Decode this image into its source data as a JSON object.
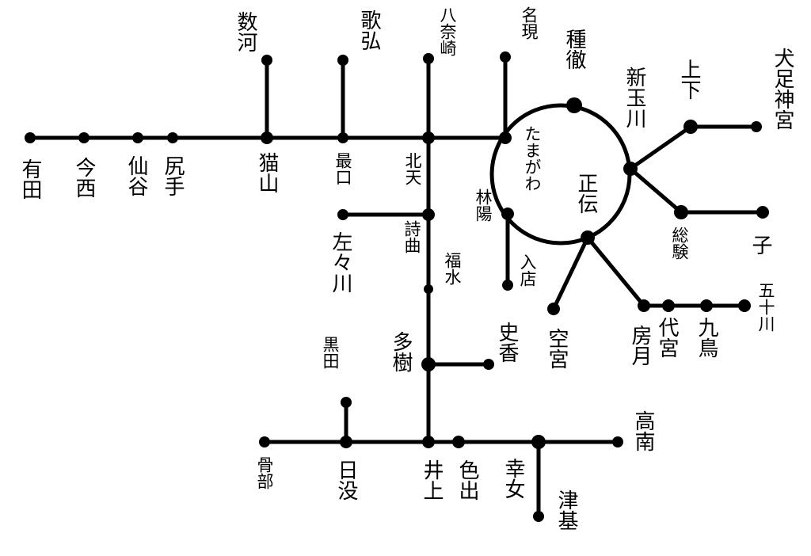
{
  "stations": {
    "arita": "有田",
    "imanishi": "今西",
    "sendani": "仙谷",
    "shirite": "尻手",
    "neko_yama": "猫山",
    "mogi": "最口",
    "kita_ten": "北天",
    "sukawa": "数河",
    "kahiro": "歌弘",
    "yasaki": "八奈崎",
    "nagen": "名現",
    "tanetetsu": "種徹",
    "shintamagawa": "新玉川",
    "kamishimo": "上下",
    "inuashi_jingu": "犬足神宮",
    "tamagawa_ring": "たまがわ",
    "shoden": "正伝",
    "rinyo": "林陽",
    "iriten": "入店",
    "soken": "総験",
    "ko": "子",
    "kuumiya": "空宮",
    "fusatsuki": "房月",
    "daikan": "代宮",
    "kyuchou": "九鳥",
    "gojukawa": "五十川",
    "sasagawa": "左々川",
    "shikyoku": "詩曲",
    "fukumizu": "福水",
    "taju": "多樹",
    "shikou": "史香",
    "kuroda": "黒田",
    "kotsubu": "骨部",
    "hibotsu": "日没",
    "iue": "井上",
    "irode": "色出",
    "kouan": "幸女",
    "tsumoto": "津基",
    "takaminami": "高南"
  }
}
